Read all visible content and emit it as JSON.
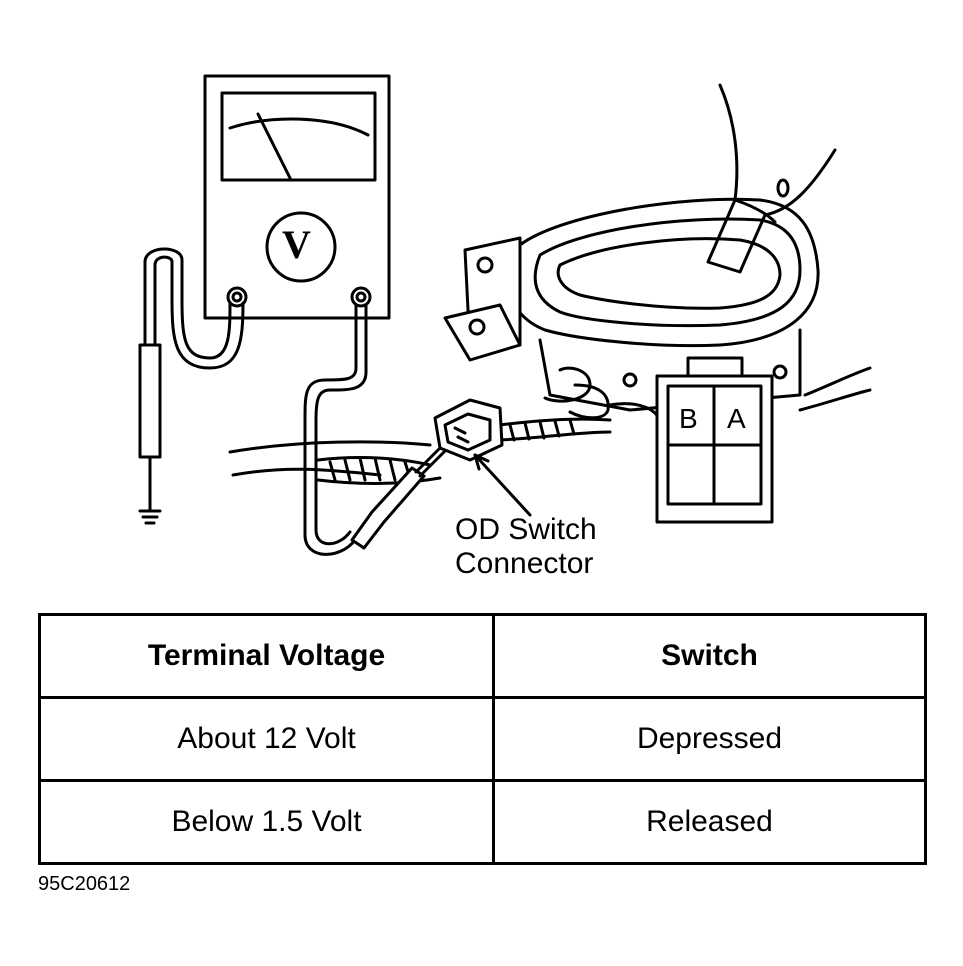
{
  "diagram": {
    "meter_symbol": "V",
    "connector_label_line1": "OD Switch",
    "connector_label_line2": "Connector",
    "connector_pins": [
      "B",
      "A"
    ]
  },
  "table": {
    "headers": [
      "Terminal Voltage",
      "Switch"
    ],
    "rows": [
      [
        "About 12 Volt",
        "Depressed"
      ],
      [
        "Below 1.5 Volt",
        "Released"
      ]
    ]
  },
  "figure_code": "95C20612"
}
